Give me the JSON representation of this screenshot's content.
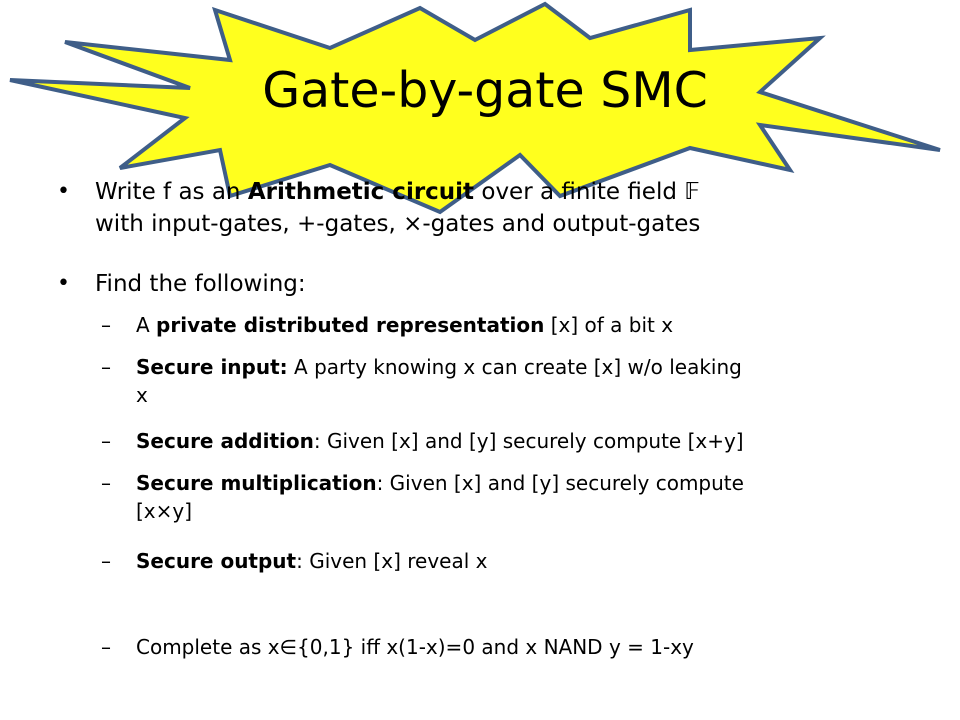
{
  "title": "Gate-by-gate SMC",
  "bullets": [
    {
      "marker": "•",
      "p1": "Write f as an ",
      "b1": "Arithmetic circuit",
      "p2": " over a finite field 𝔽",
      "line2": "with input-gates, +-gates, ×-gates and output-gates"
    },
    {
      "marker": "•",
      "text": "Find the following:"
    }
  ],
  "subs": [
    {
      "marker": "–",
      "p1": "A ",
      "b1": "private distributed representation",
      "p2": " [x] of a bit x"
    },
    {
      "marker": "–",
      "b1": "Secure input:",
      "p2": " A party knowing x can create [x] w/o leaking",
      "line2": "x"
    },
    {
      "marker": "–",
      "b1": "Secure addition",
      "p2": ": Given [x] and [y] securely compute [x+y]"
    },
    {
      "marker": "–",
      "b1": "Secure multiplication",
      "p2": ": Given [x] and [y] securely compute",
      "line2": "[x×y]"
    },
    {
      "marker": "–",
      "b1": "Secure output",
      "p2": ": Given [x] reveal x"
    },
    {
      "marker": "–",
      "p1": "Complete as  x∈{0,1} iff x(1-x)=0  and  x NAND y = 1-xy"
    }
  ],
  "colors": {
    "burst_fill": "#ffff1e",
    "burst_stroke": "#3f5e88"
  }
}
